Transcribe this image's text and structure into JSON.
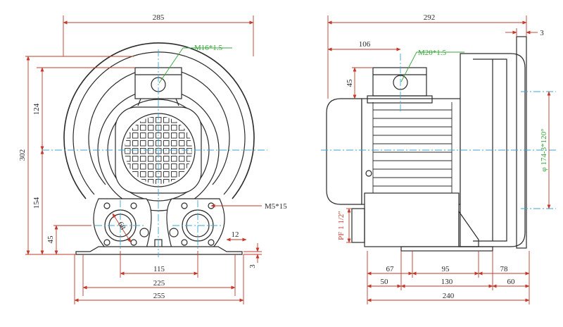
{
  "front_view": {
    "dims": {
      "width_total": "285",
      "height_total": "302",
      "upper_height": "124",
      "lower_height": "154",
      "foot_height": "45",
      "outlet_spacing": "115",
      "foot_spacing": "225",
      "base_width": "255",
      "bolt_size": "12",
      "base_thickness": "3",
      "hole_diameter": "68"
    },
    "callouts": {
      "lifting_thread": "M16*1.5",
      "flange_thread": "M5*15"
    }
  },
  "side_view": {
    "dims": {
      "length_total": "292",
      "flange_thickness": "3",
      "box_offset": "106",
      "box_height": "45",
      "bolt_circle": "φ 174-3*120°",
      "port_thread": "PF 1 1/2\"",
      "row1": [
        "67",
        "95",
        "78"
      ],
      "row2": [
        "50",
        "130",
        "60"
      ],
      "base_length": "240"
    },
    "callouts": {
      "box_thread": "M20*1.5"
    }
  },
  "colors": {
    "line": "#2a2a2a",
    "dimension": "#c0392b",
    "centerline": "#3da4d6",
    "callout": "#3aa53a"
  }
}
